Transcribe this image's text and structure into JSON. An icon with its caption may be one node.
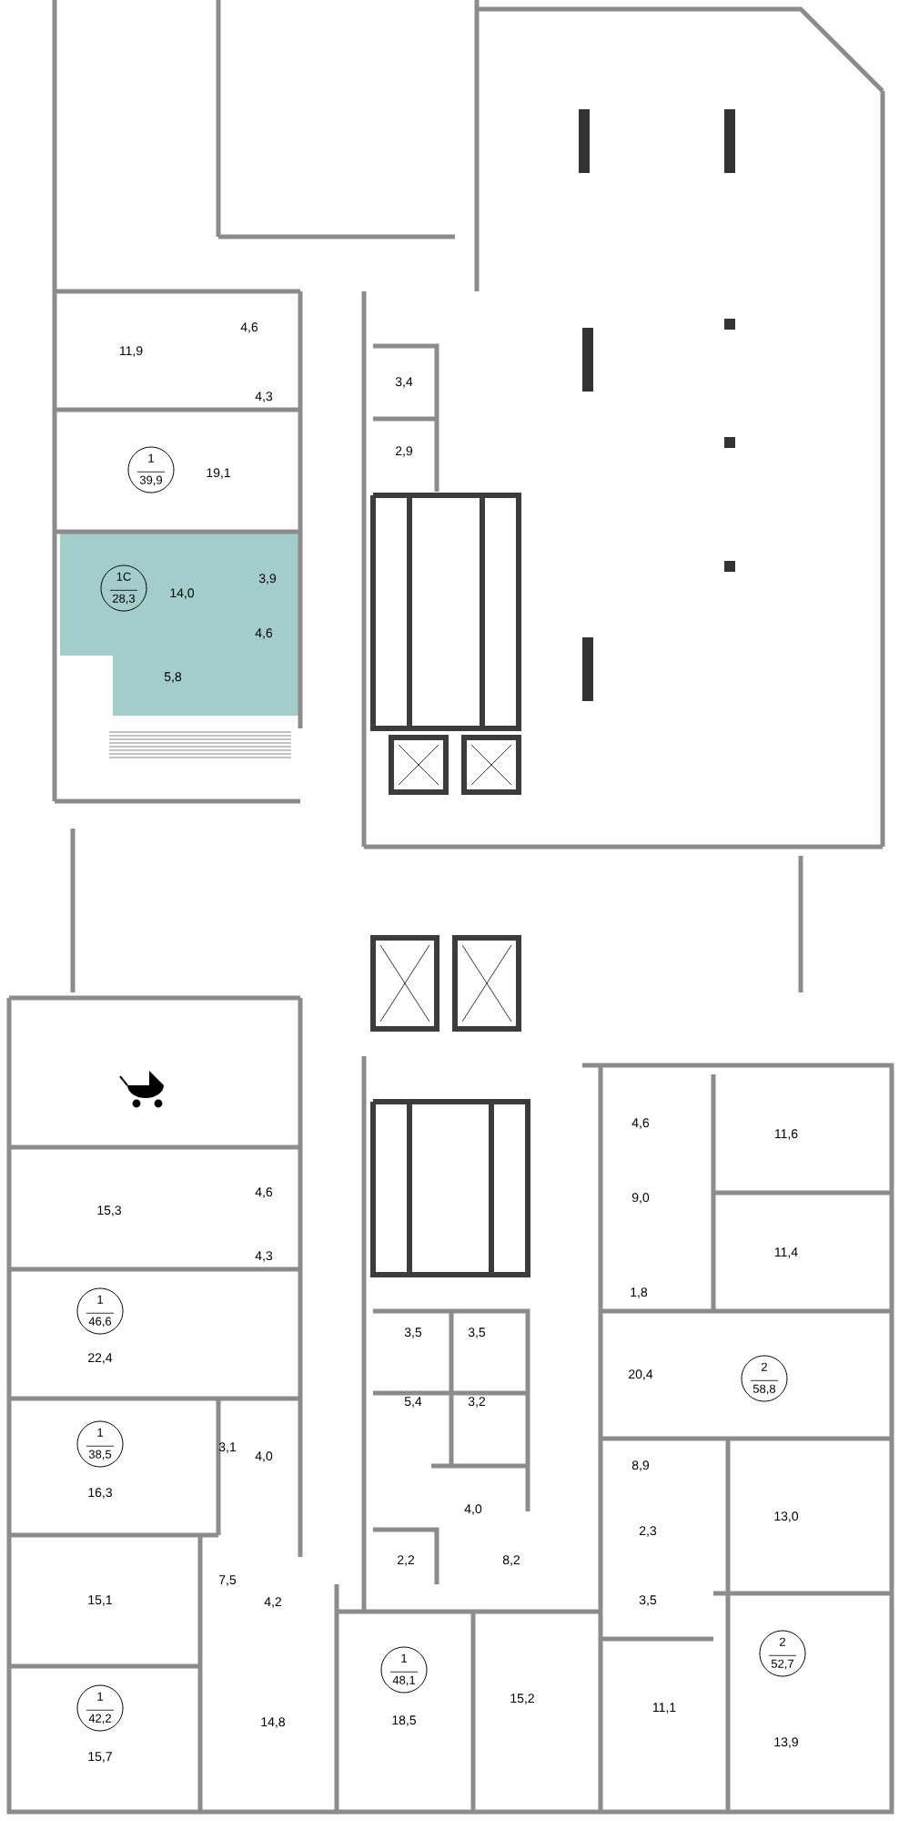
{
  "diagram": {
    "nodes": [
      {
        "text": [
          "1",
          "39,9"
        ]
      },
      {
        "text": [
          "1С",
          "28,3"
        ]
      },
      {
        "text": [
          "1",
          "46,6"
        ]
      },
      {
        "text": [
          "2",
          "58,8"
        ]
      },
      {
        "text": [
          "1",
          "38,5"
        ]
      },
      {
        "text": [
          "2",
          "52,7"
        ]
      },
      {
        "text": [
          "1",
          "48,1"
        ]
      },
      {
        "text": [
          "1",
          "42,2"
        ]
      }
    ],
    "labels": [
      "4,6",
      "11,9",
      "3,4",
      "4,3",
      "2,9",
      "19,1",
      "3,9",
      "14,0",
      "4,6",
      "5,8",
      "4,6",
      "11,6",
      "4,6",
      "9,0",
      "15,3",
      "4,3",
      "11,4",
      "1,8",
      "3,5",
      "3,5",
      "22,4",
      "20,4",
      "5,4",
      "3,2",
      "3,1",
      "4,0",
      "8,9",
      "16,3",
      "4,0",
      "13,0",
      "2,3",
      "2,2",
      "8,2",
      "7,5",
      "15,1",
      "4,2",
      "3,5",
      "15,2",
      "11,1",
      "14,8",
      "18,5",
      "13,9",
      "15,7"
    ]
  }
}
